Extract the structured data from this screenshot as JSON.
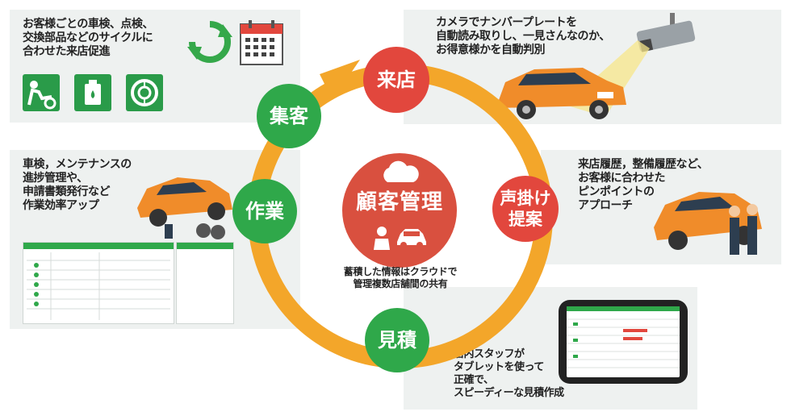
{
  "panels": {
    "top_left": {
      "text": "お客様ごとの車検、点検、\n交換部品などのサイクルに\n合わせた来店促進"
    },
    "top_right": {
      "text": "カメラでナンバープレートを\n自動読み取りし、一見さんなのか、\nお得意様かを自動判別"
    },
    "mid_left": {
      "text": "車検，メンテナンスの\n進捗管理や、\n申請書類発行など\n作業効率アップ"
    },
    "mid_right": {
      "text": "来店履歴，整備履歴など、\nお客様に合わせた\nピンポイントの\nアプローチ"
    },
    "bottom_right": {
      "text": "店内スタッフが\nタブレットを使って\n正確で、\nスピーディーな見積作成"
    }
  },
  "cycle": {
    "center_title": "顧客管理",
    "center_caption": "蓄積した情報はクラウドで\n管理複数店舗間の共有",
    "nodes": {
      "visit": "来店",
      "approach": "声掛け\n提案",
      "estimate": "見積",
      "work": "作業",
      "attract": "集客"
    }
  },
  "colors": {
    "ring": "#f3a62a",
    "red_node": "#e2473d",
    "green_node": "#2fa84a",
    "center_circle": "#d9503f",
    "panel_bg": "#eef1f0"
  },
  "icons": [
    "recycle-icon",
    "calendar-icon",
    "car-service-icon",
    "oil-can-icon",
    "tire-icon",
    "cloud-icon",
    "person-icon",
    "car-icon",
    "camera-icon"
  ]
}
